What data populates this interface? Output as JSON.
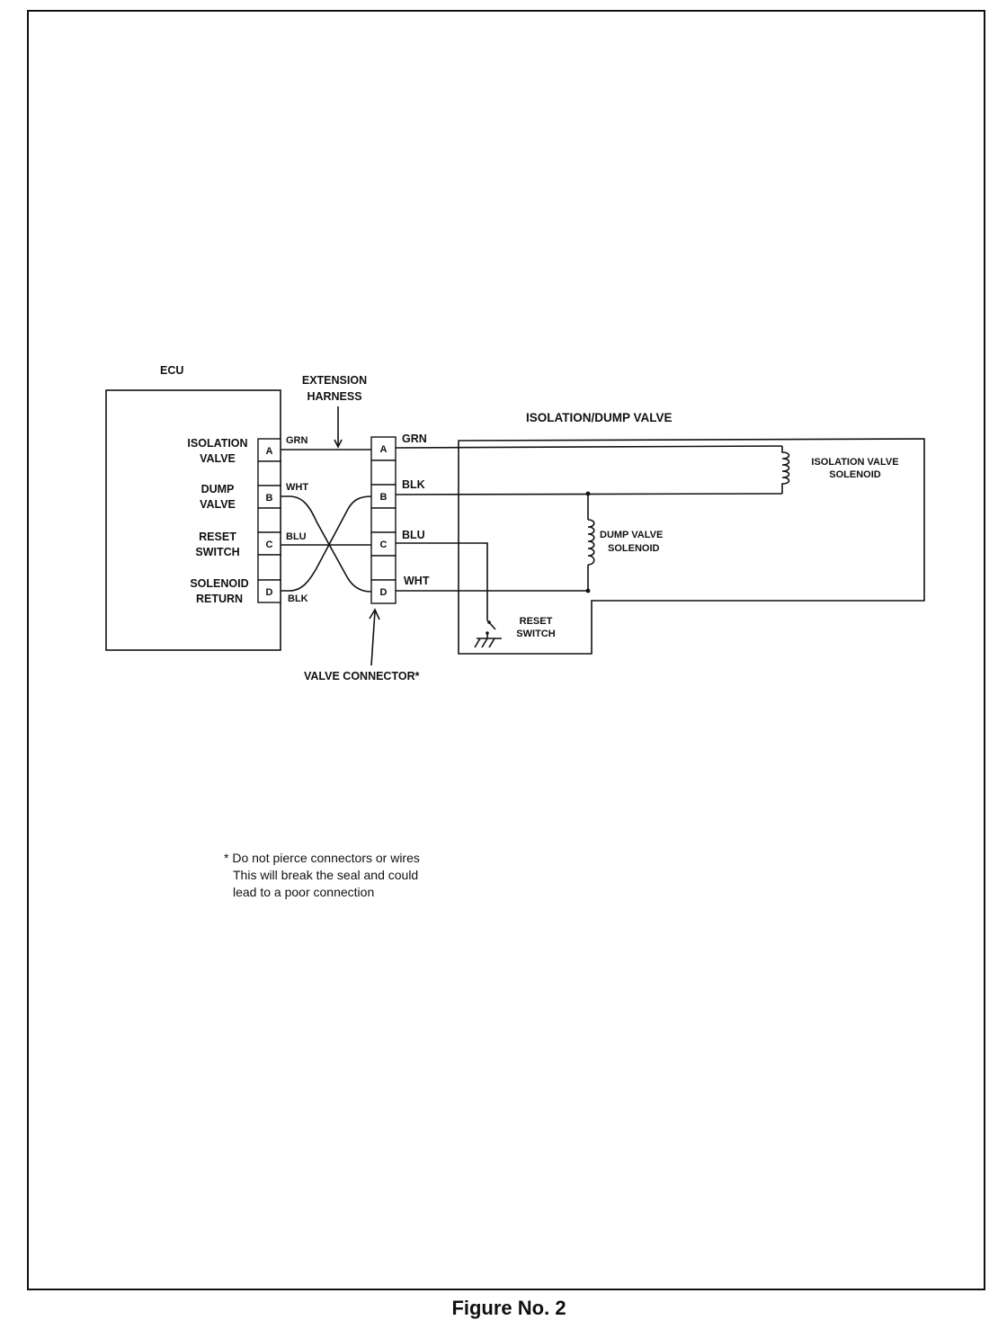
{
  "ecu": {
    "title": "ECU",
    "labels": {
      "isolation_1": "ISOLATION",
      "isolation_2": "VALVE",
      "dump_1": "DUMP",
      "dump_2": "VALVE",
      "reset_1": "RESET",
      "reset_2": "SWITCH",
      "solenoid_1": "SOLENOID",
      "solenoid_2": "RETURN"
    },
    "pins": [
      "A",
      "B",
      "C",
      "D"
    ],
    "wires": {
      "a": "GRN",
      "b": "WHT",
      "c": "BLU",
      "d": "BLK"
    }
  },
  "harness": {
    "line1": "EXTENSION",
    "line2": "HARNESS"
  },
  "valve_connector": {
    "label": "VALVE CONNECTOR*",
    "pins": [
      "A",
      "B",
      "C",
      "D"
    ],
    "wires": {
      "a": "GRN",
      "b": "BLK",
      "c": "BLU",
      "d": "WHT"
    }
  },
  "valve": {
    "title": "ISOLATION/DUMP VALVE",
    "isolation_solenoid_1": "ISOLATION VALVE",
    "isolation_solenoid_2": "SOLENOID",
    "dump_solenoid_1": "DUMP VALVE",
    "dump_solenoid_2": "SOLENOID",
    "reset_1": "RESET",
    "reset_2": "SWITCH"
  },
  "note": {
    "line1": "* Do not pierce connectors or wires",
    "line2": "This will break the seal and could",
    "line3": "lead to a poor connection"
  },
  "caption": "Figure No. 2"
}
